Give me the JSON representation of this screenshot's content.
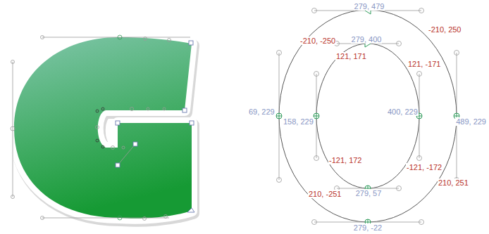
{
  "diagram": {
    "labels": [
      "279, 479",
      "279, 400",
      "69, 229",
      "158, 229",
      "400, 229",
      "489, 229",
      "279, 57",
      "279, -22",
      "-210, -250",
      "121, 171",
      "121, -171",
      "-210, 250",
      "-121, 172",
      "-121, -172",
      "210, -251",
      "210, 251"
    ]
  }
}
